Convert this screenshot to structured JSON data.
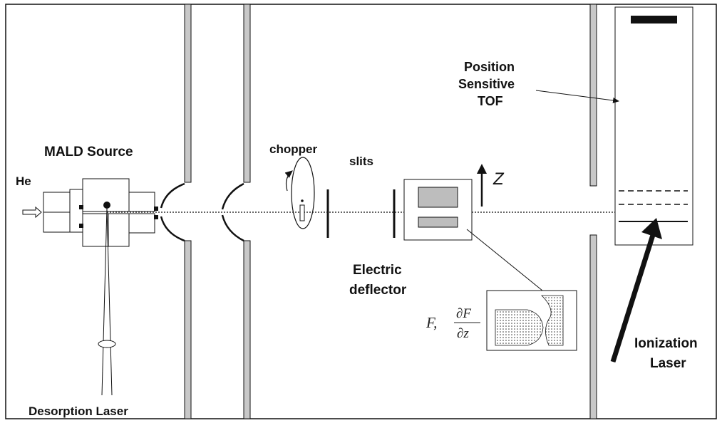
{
  "labels": {
    "mald_source": "MALD Source",
    "he": "He",
    "desorption_laser": "Desorption Laser",
    "chopper": "chopper",
    "slits": "slits",
    "z_axis": "Z",
    "electric": "Electric",
    "deflector": "deflector",
    "field_f": "F,",
    "field_dF": "∂F",
    "field_dz": "∂z",
    "position": "Position",
    "sensitive": "Sensitive",
    "tof": "TOF",
    "ionization": "Ionization",
    "laser": "Laser"
  },
  "colors": {
    "line": "#111111",
    "wall_fill": "#c8c8c8",
    "plate_fill": "#bdbdbd",
    "beam": "#333333"
  }
}
